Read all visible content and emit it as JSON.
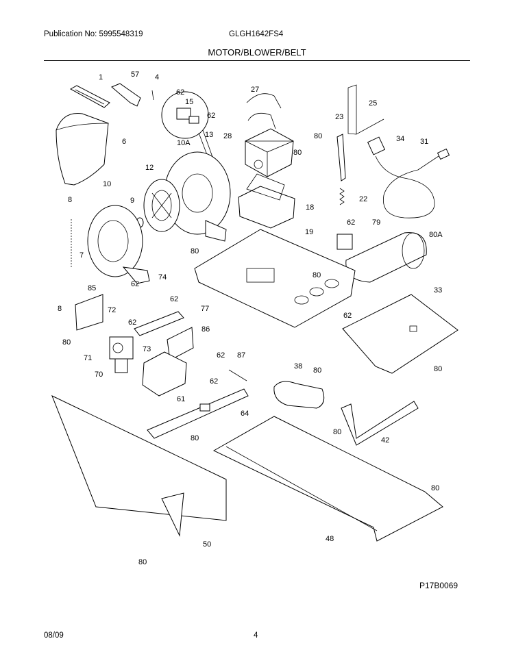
{
  "header": {
    "publication": "Publication No: 5995548319",
    "model": "GLGH1642FS4",
    "title": "MOTOR/BLOWER/BELT"
  },
  "footer": {
    "figure_ref": "P17B0069",
    "date": "08/09",
    "page": "4"
  },
  "callouts": [
    {
      "id": "c-1",
      "text": "1"
    },
    {
      "id": "c-57",
      "text": "57"
    },
    {
      "id": "c-4",
      "text": "4"
    },
    {
      "id": "c-62a",
      "text": "62"
    },
    {
      "id": "c-15",
      "text": "15"
    },
    {
      "id": "c-62b",
      "text": "62"
    },
    {
      "id": "c-13",
      "text": "13"
    },
    {
      "id": "c-6",
      "text": "6"
    },
    {
      "id": "c-10A",
      "text": "10A"
    },
    {
      "id": "c-27",
      "text": "27"
    },
    {
      "id": "c-25",
      "text": "25"
    },
    {
      "id": "c-23",
      "text": "23"
    },
    {
      "id": "c-34",
      "text": "34"
    },
    {
      "id": "c-28",
      "text": "28"
    },
    {
      "id": "c-80a",
      "text": "80"
    },
    {
      "id": "c-80b",
      "text": "80"
    },
    {
      "id": "c-31",
      "text": "31"
    },
    {
      "id": "c-12",
      "text": "12"
    },
    {
      "id": "c-10",
      "text": "10"
    },
    {
      "id": "c-22",
      "text": "22"
    },
    {
      "id": "c-8a",
      "text": "8"
    },
    {
      "id": "c-9",
      "text": "9"
    },
    {
      "id": "c-18",
      "text": "18"
    },
    {
      "id": "c-62c",
      "text": "62"
    },
    {
      "id": "c-79",
      "text": "79"
    },
    {
      "id": "c-19",
      "text": "19"
    },
    {
      "id": "c-80A",
      "text": "80A"
    },
    {
      "id": "c-80c",
      "text": "80"
    },
    {
      "id": "c-7",
      "text": "7"
    },
    {
      "id": "c-80d",
      "text": "80"
    },
    {
      "id": "c-74",
      "text": "74"
    },
    {
      "id": "c-85",
      "text": "85"
    },
    {
      "id": "c-62d",
      "text": "62"
    },
    {
      "id": "c-33",
      "text": "33"
    },
    {
      "id": "c-62e",
      "text": "62"
    },
    {
      "id": "c-8b",
      "text": "8"
    },
    {
      "id": "c-72",
      "text": "72"
    },
    {
      "id": "c-77",
      "text": "77"
    },
    {
      "id": "c-62f",
      "text": "62"
    },
    {
      "id": "c-62g",
      "text": "62"
    },
    {
      "id": "c-80e",
      "text": "80"
    },
    {
      "id": "c-86",
      "text": "86"
    },
    {
      "id": "c-73",
      "text": "73"
    },
    {
      "id": "c-71",
      "text": "71"
    },
    {
      "id": "c-62h",
      "text": "62"
    },
    {
      "id": "c-87",
      "text": "87"
    },
    {
      "id": "c-70",
      "text": "70"
    },
    {
      "id": "c-38",
      "text": "38"
    },
    {
      "id": "c-80f",
      "text": "80"
    },
    {
      "id": "c-80g",
      "text": "80"
    },
    {
      "id": "c-62i",
      "text": "62"
    },
    {
      "id": "c-61",
      "text": "61"
    },
    {
      "id": "c-64",
      "text": "64"
    },
    {
      "id": "c-80h",
      "text": "80"
    },
    {
      "id": "c-80i",
      "text": "80"
    },
    {
      "id": "c-42",
      "text": "42"
    },
    {
      "id": "c-80j",
      "text": "80"
    },
    {
      "id": "c-50",
      "text": "50"
    },
    {
      "id": "c-48",
      "text": "48"
    },
    {
      "id": "c-80k",
      "text": "80"
    }
  ]
}
